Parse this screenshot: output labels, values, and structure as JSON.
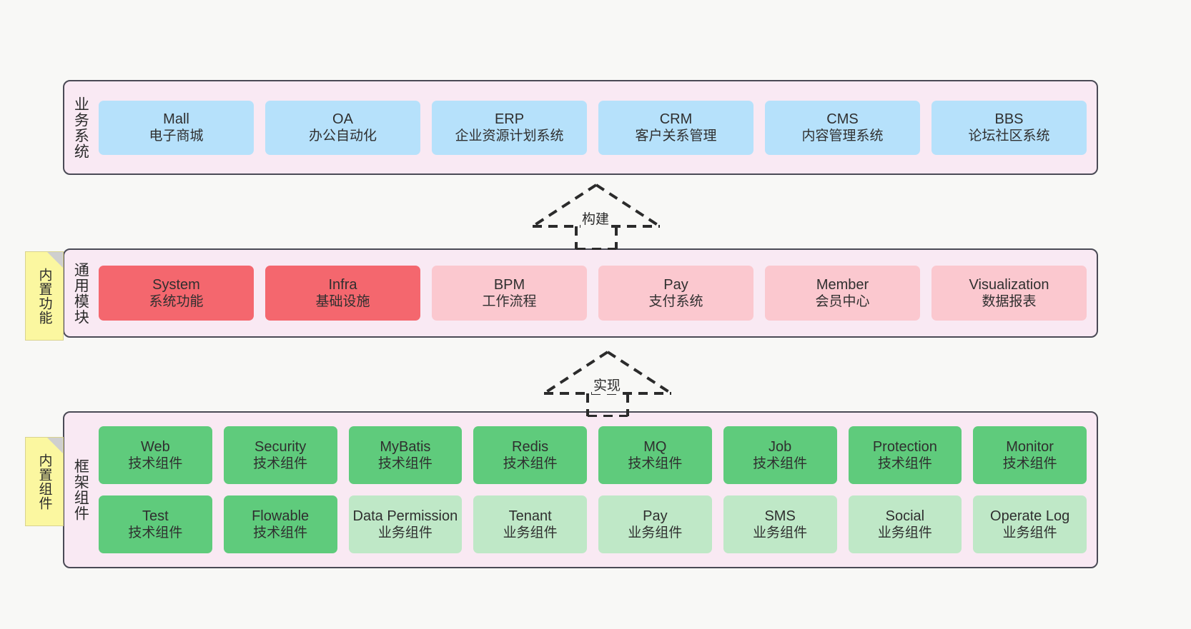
{
  "diagram": {
    "background_color": "#f8f8f6",
    "layer_fill": "#f9e9f3",
    "layer_border": "#4a4a55"
  },
  "layers": [
    {
      "id": "business",
      "title": "业务系统",
      "rows": [
        {
          "nodes": [
            {
              "en": "Mall",
              "cn": "电子商城",
              "style": "blue"
            },
            {
              "en": "OA",
              "cn": "办公自动化",
              "style": "blue"
            },
            {
              "en": "ERP",
              "cn": "企业资源计划系统",
              "style": "blue"
            },
            {
              "en": "CRM",
              "cn": "客户关系管理",
              "style": "blue"
            },
            {
              "en": "CMS",
              "cn": "内容管理系统",
              "style": "blue"
            },
            {
              "en": "BBS",
              "cn": "论坛社区系统",
              "style": "blue"
            }
          ]
        }
      ]
    },
    {
      "id": "common",
      "title": "通用模块",
      "sticky": "内置功能",
      "rows": [
        {
          "nodes": [
            {
              "en": "System",
              "cn": "系统功能",
              "style": "red-strong"
            },
            {
              "en": "Infra",
              "cn": "基础设施",
              "style": "red-strong"
            },
            {
              "en": "BPM",
              "cn": "工作流程",
              "style": "red-light"
            },
            {
              "en": "Pay",
              "cn": "支付系统",
              "style": "red-light"
            },
            {
              "en": "Member",
              "cn": "会员中心",
              "style": "red-light"
            },
            {
              "en": "Visualization",
              "cn": "数据报表",
              "style": "red-light"
            }
          ]
        }
      ]
    },
    {
      "id": "framework",
      "title": "框架组件",
      "sticky": "内置组件",
      "rows": [
        {
          "nodes": [
            {
              "en": "Web",
              "cn": "技术组件",
              "style": "green-strong"
            },
            {
              "en": "Security",
              "cn": "技术组件",
              "style": "green-strong"
            },
            {
              "en": "MyBatis",
              "cn": "技术组件",
              "style": "green-strong"
            },
            {
              "en": "Redis",
              "cn": "技术组件",
              "style": "green-strong"
            },
            {
              "en": "MQ",
              "cn": "技术组件",
              "style": "green-strong"
            },
            {
              "en": "Job",
              "cn": "技术组件",
              "style": "green-strong"
            },
            {
              "en": "Protection",
              "cn": "技术组件",
              "style": "green-strong"
            },
            {
              "en": "Monitor",
              "cn": "技术组件",
              "style": "green-strong"
            }
          ]
        },
        {
          "nodes": [
            {
              "en": "Test",
              "cn": "技术组件",
              "style": "green-strong"
            },
            {
              "en": "Flowable",
              "cn": "技术组件",
              "style": "green-strong"
            },
            {
              "en": "Data Permission",
              "cn": "业务组件",
              "style": "green-light",
              "wrap": true
            },
            {
              "en": "Tenant",
              "cn": "业务组件",
              "style": "green-light"
            },
            {
              "en": "Pay",
              "cn": "业务组件",
              "style": "green-light"
            },
            {
              "en": "SMS",
              "cn": "业务组件",
              "style": "green-light"
            },
            {
              "en": "Social",
              "cn": "业务组件",
              "style": "green-light"
            },
            {
              "en": "Operate Log",
              "cn": "业务组件",
              "style": "green-light"
            }
          ]
        }
      ]
    }
  ],
  "arrows": [
    {
      "id": "build",
      "label": "构建",
      "from": "common",
      "to": "business",
      "style": "dashed-hollow-triangle-up"
    },
    {
      "id": "impl",
      "label": "实现",
      "from": "framework",
      "to": "common",
      "style": "dashed-hollow-triangle-up"
    }
  ]
}
